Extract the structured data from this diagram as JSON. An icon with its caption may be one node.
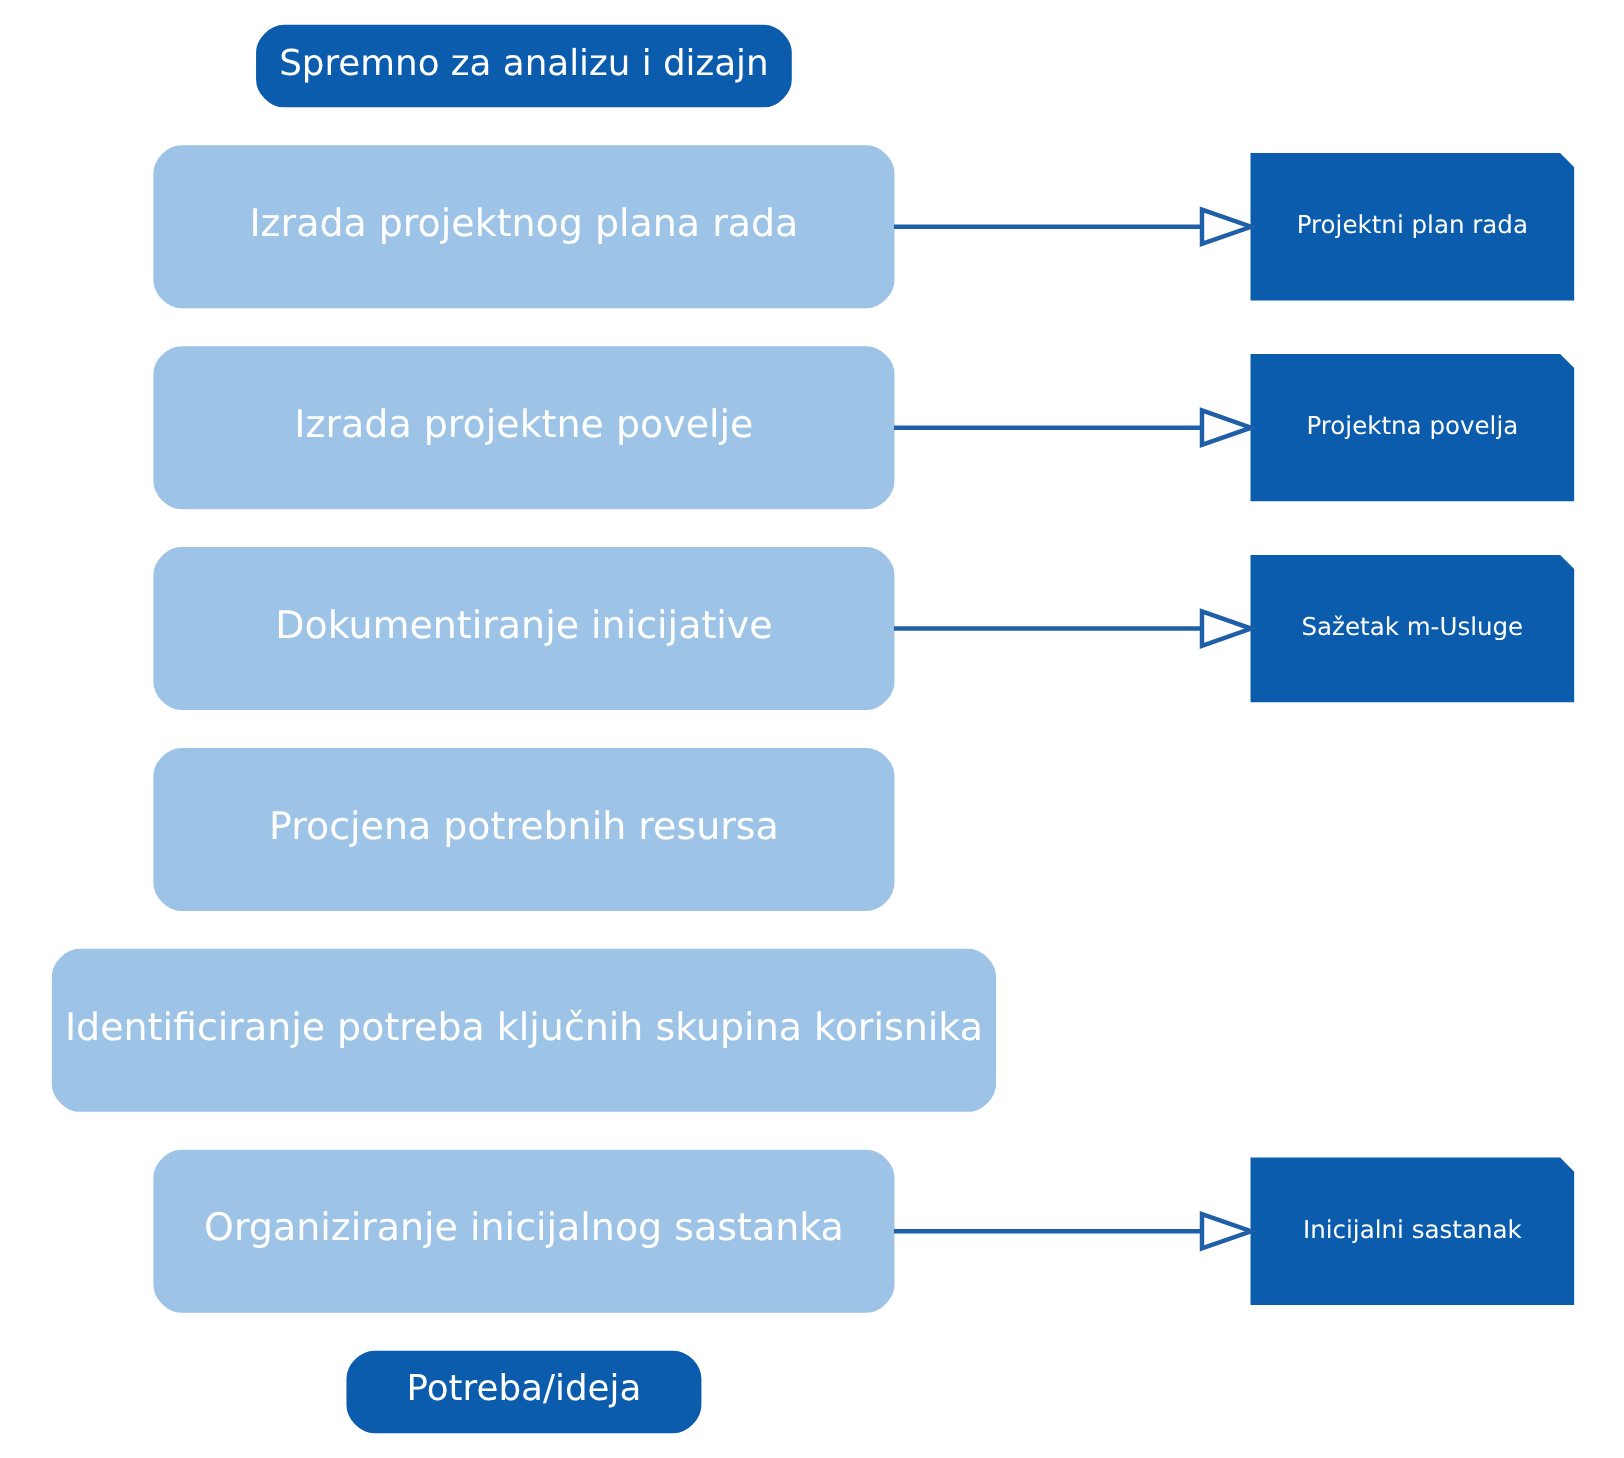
{
  "diagram": {
    "nodes": [
      {
        "text": [
          "Potreba/ideja"
        ]
      },
      {
        "text": [
          "Organiziranje inicijalnog sastanka"
        ]
      },
      {
        "text": [
          "Identificiranje potreba ključnih skupina korisnika"
        ]
      },
      {
        "text": [
          "Procjena potrebnih resursa"
        ]
      },
      {
        "text": [
          "Dokumentiranje inicijative"
        ]
      },
      {
        "text": [
          "Izrada projektne povelje"
        ]
      },
      {
        "text": [
          "Izrada projektnog plana rada"
        ]
      },
      {
        "text": [
          "Spremno za analizu i dizajn"
        ]
      },
      {
        "text": [
          "Inicijalni sastanak"
        ]
      },
      {
        "text": [
          "Sažetak m-Usluge"
        ]
      },
      {
        "text": [
          "Projektna povelja"
        ]
      },
      {
        "text": [
          "Projektni plan rada"
        ]
      }
    ],
    "edges": [
      {
        "from": 1,
        "to": 8,
        "arrow": "to"
      },
      {
        "from": 4,
        "to": 9,
        "arrow": "to"
      },
      {
        "from": 5,
        "to": 10,
        "arrow": "to"
      },
      {
        "from": 6,
        "to": 11,
        "arrow": "to"
      }
    ]
  }
}
